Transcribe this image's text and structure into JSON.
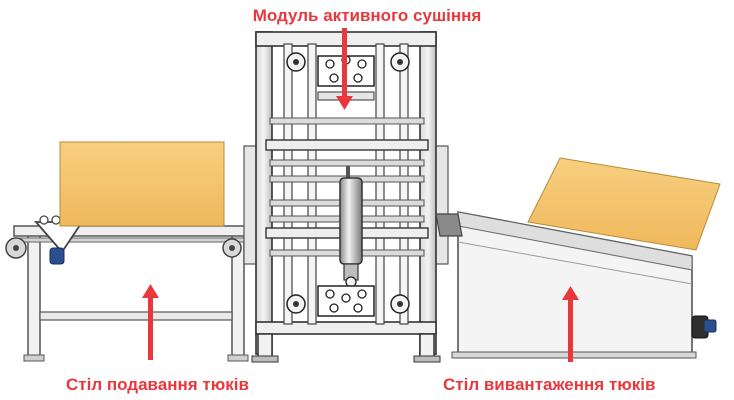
{
  "labels": {
    "drying_module": "Модуль активного сушіння",
    "feed_table": "Стіл подавання тюків",
    "unload_table": "Стіл вивантаження тюків"
  },
  "colors": {
    "label_red": "#e8383d",
    "bale_orange": "#f4c46e",
    "frame_gray": "#6f6f6f",
    "roller_blue": "#2a4f8f"
  }
}
